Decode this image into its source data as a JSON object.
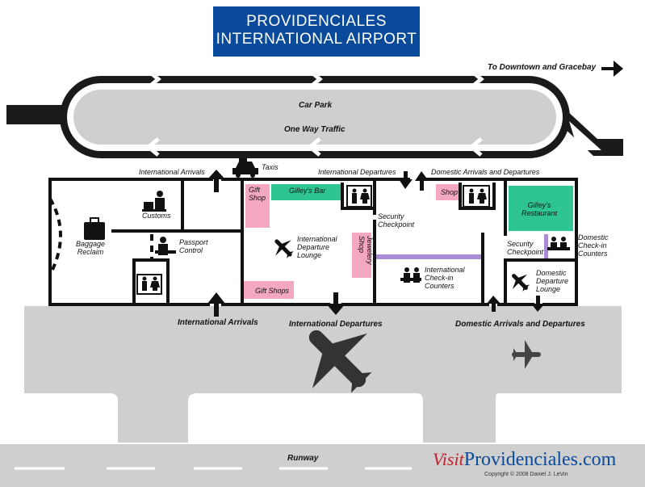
{
  "title": {
    "line1": "PROVIDENCIALES",
    "line2": "INTERNATIONAL AIRPORT"
  },
  "road": {
    "to_downtown": "To Downtown and Gracebay",
    "car_park": "Car Park",
    "one_way": "One Way Traffic"
  },
  "top_labels": {
    "taxis": "Taxis",
    "intl_arrivals": "International Arrivals",
    "intl_departures": "International Departures",
    "domestic": "Domestic Arrivals and Departures"
  },
  "rooms": {
    "baggage": "Baggage\nReclaim",
    "customs": "Customs",
    "passport": "Passport\nControl",
    "gift_shop": "Gift\nShop",
    "gilleys_bar": "Gilley's Bar",
    "intl_lounge": "International\nDeparture\nLounge",
    "gift_shops": "Gift Shops",
    "jewelery": "Jewelery\nShop",
    "security1": "Security\nCheckpoint",
    "shop": "Shop",
    "gilleys_restaurant": "Gilley's\nRestaurant",
    "intl_checkin": "International\nCheck-in\nCounters",
    "security2": "Security\nCheckpoint",
    "dom_checkin": "Domestic\nCheck-in\nCounters",
    "dom_lounge": "Domestic\nDeparture\nLounge"
  },
  "apron_labels": {
    "intl_arrivals": "International Arrivals",
    "intl_departures": "International Departures",
    "domestic": "Domestic Arrivals and Departures"
  },
  "runway": "Runway",
  "brand": {
    "visit": "Visit",
    "name": "Providenciales.com",
    "copyright": "Copyright © 2008 Daniel J. LeVin"
  },
  "colors": {
    "title_bg": "#0a4a9a",
    "pink": "#f4a7c0",
    "green": "#2ec493",
    "purple": "#a98bd6",
    "road": "#1a1a1a",
    "apron": "#cfcfcf"
  },
  "icons": [
    "taxi-icon",
    "luggage-icon",
    "customs-icon",
    "passport-icon",
    "restroom-icon",
    "plane-icon",
    "checkin-icon",
    "arrow-icon"
  ]
}
